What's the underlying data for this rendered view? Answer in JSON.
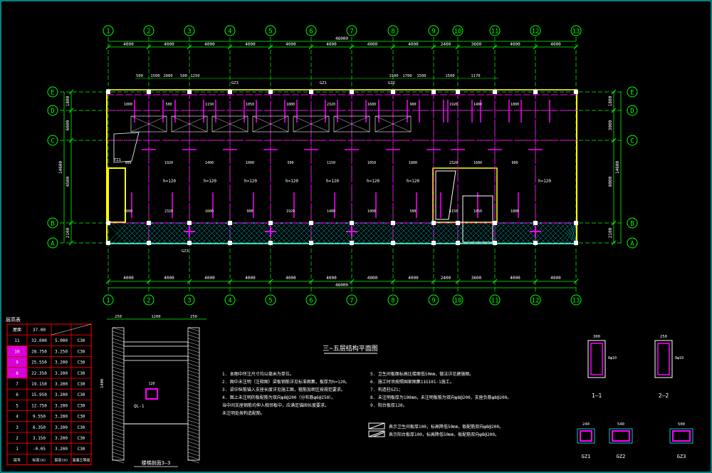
{
  "colors": {
    "background": "#000000",
    "dimension": "#00ff00",
    "structure": "#ff00ff",
    "wall": "#ffff00",
    "text": "#ffffff",
    "grid_bubble": "#00ff00",
    "axis_line": "#00ffff",
    "table_border": "#ff0000",
    "hatch": "#00ffff"
  },
  "plan": {
    "title": "三~五层结构平面图",
    "total_length": "46000",
    "column_axes": [
      "1",
      "2",
      "3",
      "4",
      "5",
      "6",
      "7",
      "8",
      "9",
      "10",
      "11",
      "12",
      "13"
    ],
    "row_axes": [
      "E",
      "D",
      "C",
      "B",
      "A"
    ],
    "top_spans": [
      "4000",
      "4000",
      "4000",
      "4000",
      "4000",
      "4000",
      "4000",
      "4000",
      "2400",
      "3600",
      "4000",
      "4000"
    ],
    "bottom_spans": [
      "4000",
      "4000",
      "4000",
      "4000",
      "4000",
      "4000",
      "4000",
      "4000",
      "2400",
      "3600",
      "4000",
      "4000"
    ],
    "left_dims": [
      "1800",
      "6600",
      "4500",
      "2100"
    ],
    "left_total": "14600",
    "right_dims": [
      "1800",
      "3000",
      "8000",
      "2100"
    ],
    "right_total": "14600",
    "top_small_dims": [
      "500",
      "1500",
      "2000",
      "500",
      "1250",
      "1500",
      "1700",
      "1500",
      "1500",
      "1170"
    ],
    "slab_label": "h=120",
    "beam_labels": [
      "1000",
      "900",
      "1800",
      "500",
      "1920",
      "2320",
      "1150",
      "1400",
      "1600",
      "1050"
    ],
    "column_tags": [
      "GZ3",
      "GZ1",
      "GZ2",
      "TZ1",
      "GZ3"
    ]
  },
  "floor_table": {
    "title": "层高表",
    "header": [
      "层号",
      "标高(m)",
      "层高(m)",
      "混凝土等级"
    ],
    "rows": [
      [
        "屋面",
        "37.00",
        "",
        ""
      ],
      [
        "11",
        "32.000",
        "5.000",
        "C30"
      ],
      [
        "10",
        "28.750",
        "3.250",
        "C30"
      ],
      [
        "9",
        "25.550",
        "3.200",
        "C30"
      ],
      [
        "8",
        "22.350",
        "3.200",
        "C30"
      ],
      [
        "7",
        "19.150",
        "3.200",
        "C30"
      ],
      [
        "6",
        "15.950",
        "3.200",
        "C30"
      ],
      [
        "5",
        "12.750",
        "3.200",
        "C30"
      ],
      [
        "4",
        "9.550",
        "3.200",
        "C30"
      ],
      [
        "3",
        "6.350",
        "3.200",
        "C30"
      ],
      [
        "2",
        "3.150",
        "3.200",
        "C30"
      ],
      [
        "1",
        "-0.05",
        "3.200",
        "C30"
      ]
    ],
    "highlight_rows": [
      2,
      3,
      4
    ]
  },
  "section33": {
    "title": "楼梯剖面3—3",
    "dims_top": [
      "250",
      "1200",
      "250"
    ],
    "label": "QL-1",
    "side_dim": "1400",
    "sub_label": "120"
  },
  "notes_left": [
    "1. 本图中所注尺寸均以毫米为单位。",
    "2. 图中未注明（注释图）梁板钢筋详见标准图集，板厚为h=120。",
    "3. 梁中纵筋锚入支座长度详见施工图，箍筋加密区按规范要求。",
    "4. 图上未注明的板配筋为双向φ8@200（分布筋φ6@250）。",
    "   当中间支座钢筋均伸入相邻板中，应满足锚固长度要求。",
    "   未注明处按构造配筋。"
  ],
  "notes_right": [
    "5. 卫生间板面标高比楼面低50mm，做法详见建施图。",
    "6. 施工时须按照国家图集11G101-1施工。",
    "7. 构造柱GZ1；",
    "8. 未注明板厚为100mm，未注明板筋为双向φ8@200，支座负筋φ8@200。",
    "9. 阳台板厚120。"
  ],
  "legend": [
    "表示卫生间板厚100，标高降低50mm，板配筋双向φ8@200。",
    "表示阳台板厚100，标高降低50mm，板配筋双向φ8@200。"
  ],
  "sections": {
    "s11": {
      "label": "1—1",
      "dim": "300",
      "rebar": "8φ10"
    },
    "s22": {
      "label": "2—2",
      "dim": "250",
      "rebar": "8φ10"
    },
    "gz": [
      {
        "label": "GZ1",
        "dim": "240"
      },
      {
        "label": "GZ2",
        "dim": "540"
      },
      {
        "label": "GZ3",
        "dim": "500"
      }
    ]
  }
}
